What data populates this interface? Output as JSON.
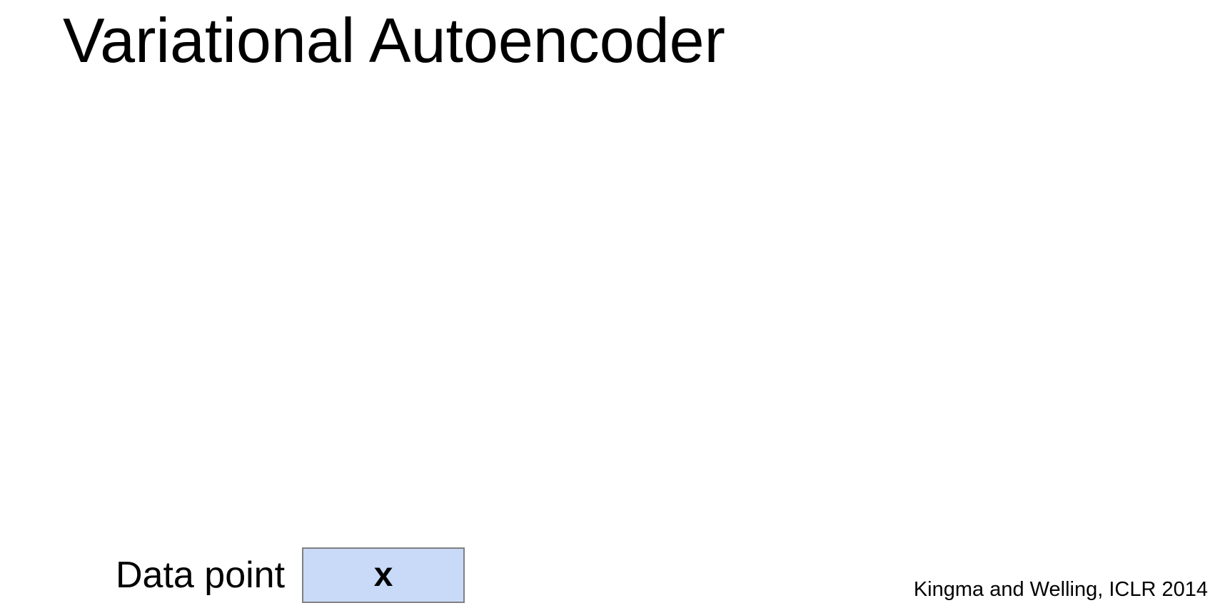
{
  "slide": {
    "title": "Variational Autoencoder",
    "data_point": {
      "label": "Data point",
      "node_text": "x"
    },
    "citation": "Kingma and Welling, ICLR 2014",
    "colors": {
      "background": "#ffffff",
      "text": "#000000",
      "node_fill": "#c9daf8",
      "node_border": "#808080"
    }
  }
}
